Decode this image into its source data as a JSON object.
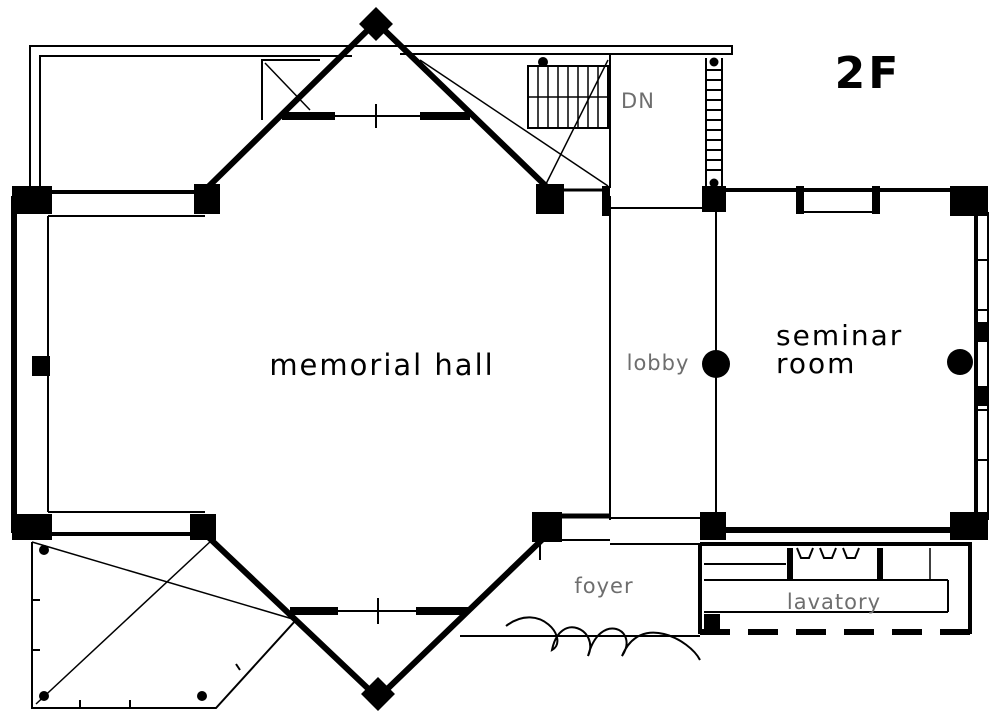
{
  "floor_label": "2F",
  "rooms": {
    "memorial_hall": "memorial hall",
    "lobby": "lobby",
    "seminar_line1": "seminar",
    "seminar_line2": "room",
    "foyer": "foyer",
    "lavatory": "lavatory",
    "stair_dn": "DN"
  }
}
